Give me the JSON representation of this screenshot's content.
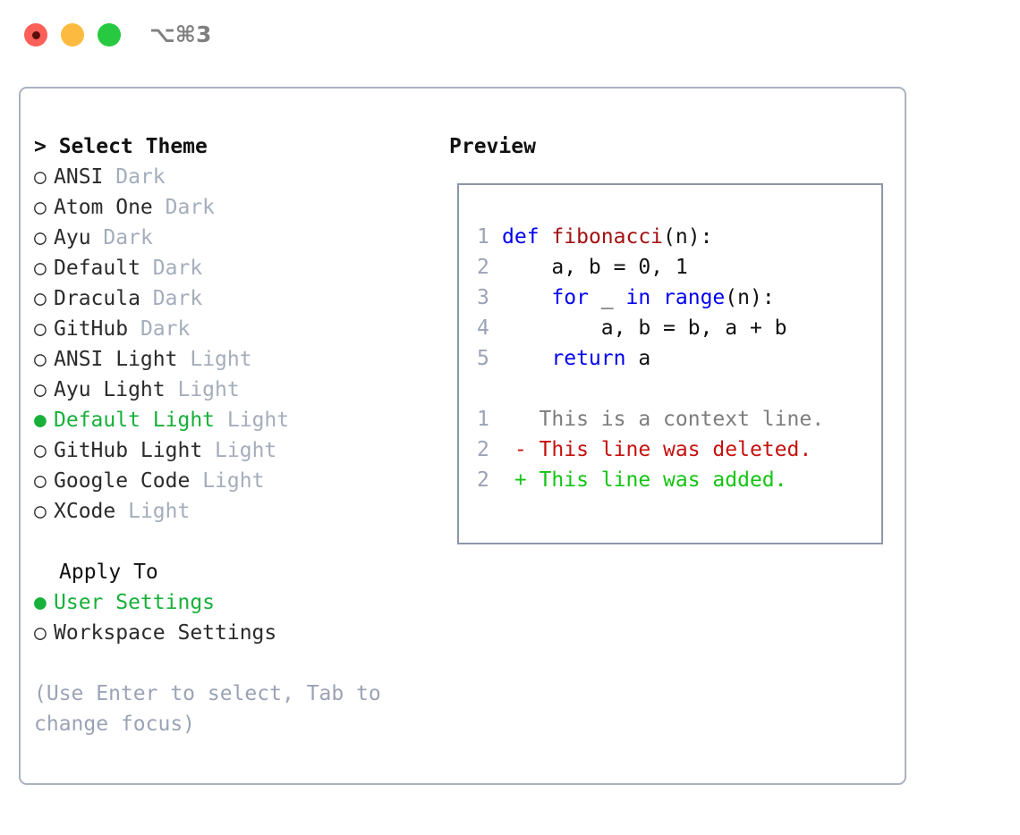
{
  "window": {
    "shortcut_label": "⌥⌘3",
    "traffic_lights": [
      {
        "name": "close",
        "color": "#fc6058"
      },
      {
        "name": "minimize",
        "color": "#fcbb40"
      },
      {
        "name": "maximize",
        "color": "#26c940"
      }
    ]
  },
  "colors": {
    "accent_selected": "#17b03a",
    "muted": "#a4adbb",
    "hint": "#9aa3b6",
    "panel_border": "#a9b2c0",
    "preview_border": "#8c97a8",
    "keyword": "#0000f0",
    "function": "#a31010",
    "line_number": "#9aa3b6",
    "diff_context": "#7d7d7d",
    "diff_deleted": "#c5110f",
    "diff_added": "#14c414"
  },
  "theme_panel": {
    "heading": "> Select Theme",
    "bullet_selected": "●",
    "bullet_unselected": "○",
    "themes": [
      {
        "name": "ANSI",
        "kind": "Dark",
        "selected": false
      },
      {
        "name": "Atom One",
        "kind": "Dark",
        "selected": false
      },
      {
        "name": "Ayu",
        "kind": "Dark",
        "selected": false
      },
      {
        "name": "Default",
        "kind": "Dark",
        "selected": false
      },
      {
        "name": "Dracula",
        "kind": "Dark",
        "selected": false
      },
      {
        "name": "GitHub",
        "kind": "Dark",
        "selected": false
      },
      {
        "name": "ANSI Light",
        "kind": "Light",
        "selected": false
      },
      {
        "name": "Ayu Light",
        "kind": "Light",
        "selected": false
      },
      {
        "name": "Default Light",
        "kind": "Light",
        "selected": true
      },
      {
        "name": "GitHub Light",
        "kind": "Light",
        "selected": false
      },
      {
        "name": "Google Code",
        "kind": "Light",
        "selected": false
      },
      {
        "name": "XCode",
        "kind": "Light",
        "selected": false
      }
    ],
    "apply_to": {
      "heading": "Apply To",
      "options": [
        {
          "label": "User Settings",
          "selected": true
        },
        {
          "label": "Workspace Settings",
          "selected": false
        }
      ]
    },
    "hint": "(Use Enter to select, Tab to\nchange focus)"
  },
  "preview_panel": {
    "heading": "Preview",
    "code_lines": [
      {
        "number": "1",
        "tokens": [
          {
            "t": "def",
            "c": "kw"
          },
          {
            "t": " ",
            "c": "plain"
          },
          {
            "t": "fibonacci",
            "c": "fn"
          },
          {
            "t": "(n):",
            "c": "plain"
          }
        ]
      },
      {
        "number": "2",
        "tokens": [
          {
            "t": "    a, b = 0, 1",
            "c": "plain"
          }
        ]
      },
      {
        "number": "3",
        "tokens": [
          {
            "t": "    ",
            "c": "plain"
          },
          {
            "t": "for",
            "c": "kw"
          },
          {
            "t": " _ ",
            "c": "plain"
          },
          {
            "t": "in",
            "c": "kw"
          },
          {
            "t": " ",
            "c": "plain"
          },
          {
            "t": "range",
            "c": "kw"
          },
          {
            "t": "(n):",
            "c": "plain"
          }
        ]
      },
      {
        "number": "4",
        "tokens": [
          {
            "t": "        a, b = b, a + b",
            "c": "plain"
          }
        ]
      },
      {
        "number": "5",
        "tokens": [
          {
            "t": "    ",
            "c": "plain"
          },
          {
            "t": "return",
            "c": "kw"
          },
          {
            "t": " a",
            "c": "plain"
          }
        ]
      }
    ],
    "diff_lines": [
      {
        "number": "1",
        "marker": " ",
        "text": " This is a context line.",
        "kind": "diff-ctx"
      },
      {
        "number": "2",
        "marker": "-",
        "text": " This line was deleted.",
        "kind": "diff-del"
      },
      {
        "number": "2",
        "marker": "+",
        "text": " This line was added.",
        "kind": "diff-add"
      }
    ]
  }
}
